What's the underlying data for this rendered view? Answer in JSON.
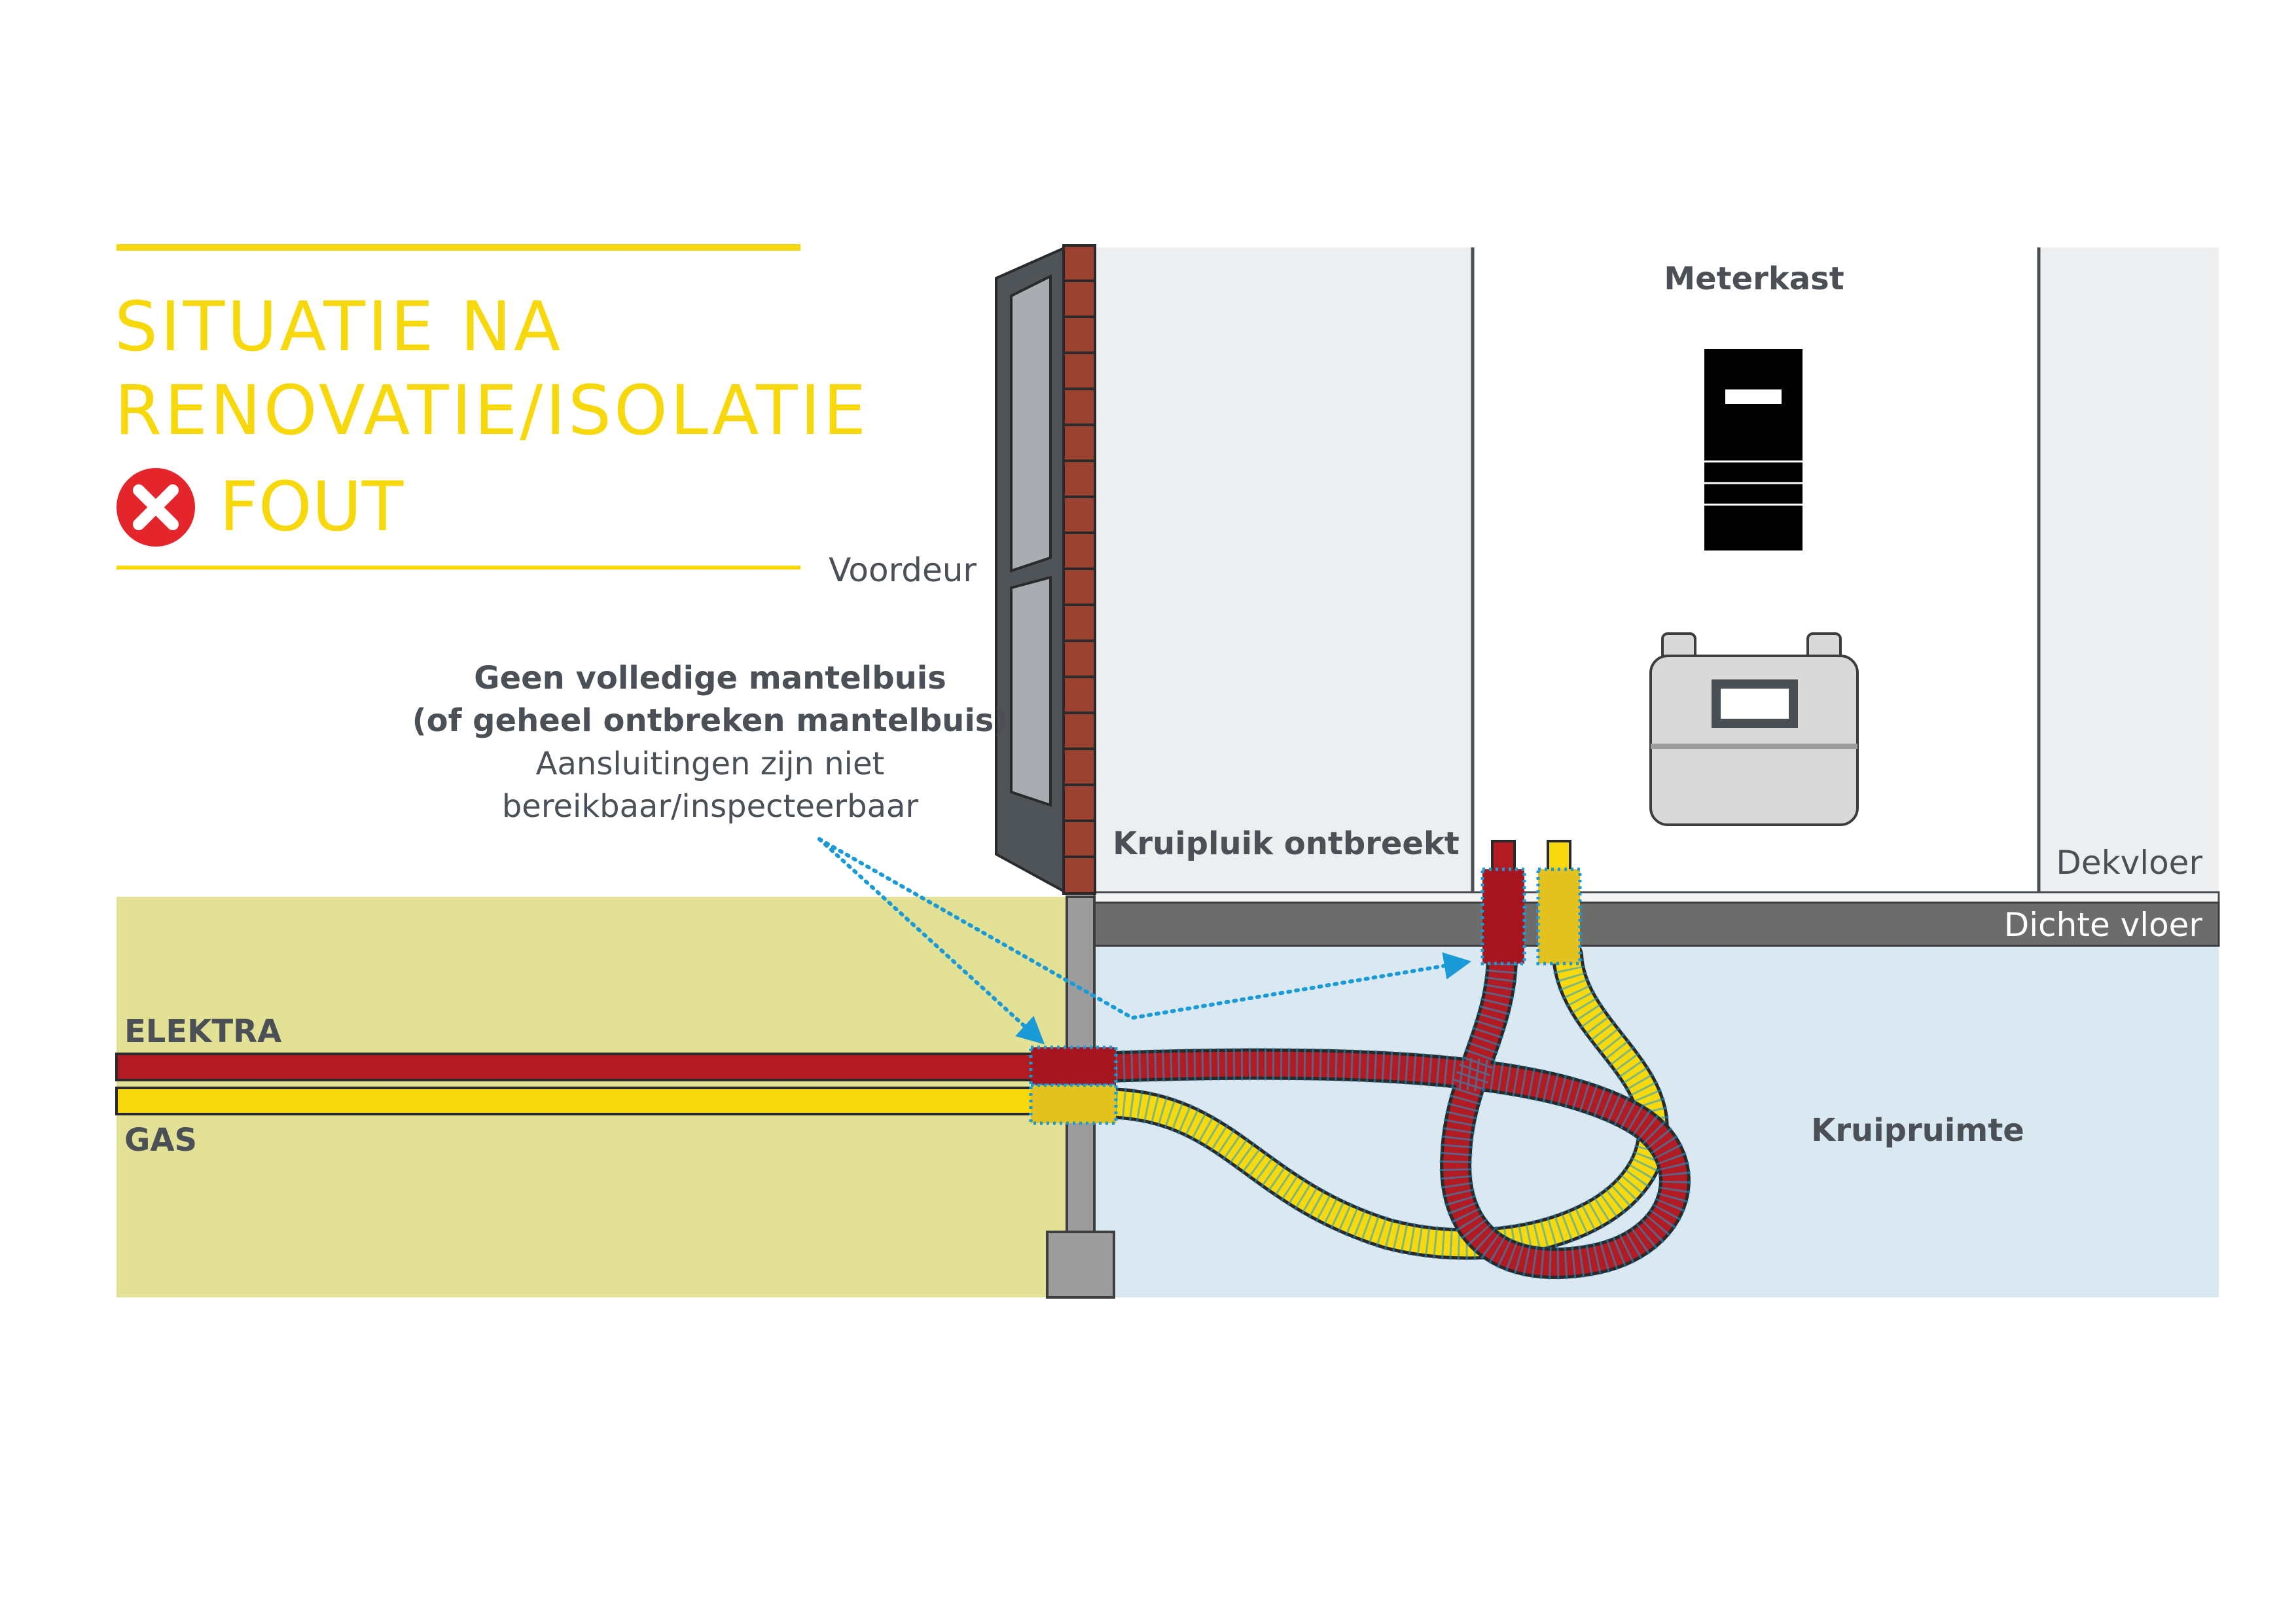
{
  "header": {
    "title_line1": "SITUATIE NA",
    "title_line2": "RENOVATIE/ISOLATIE",
    "status_icon": "red-x-circle-icon",
    "status_label": "FOUT"
  },
  "labels": {
    "voordeur": "Voordeur",
    "meterkast": "Meterkast",
    "kruipluik": "Kruipluik ontbreekt",
    "dekvloer": "Dekvloer",
    "dichte_vloer": "Dichte vloer",
    "kruipruimte": "Kruipruimte",
    "elektra": "ELEKTRA",
    "gas": "GAS"
  },
  "callout": {
    "line1": "Geen volledige mantelbuis",
    "line2": "(of geheel ontbreken mantelbuis)",
    "line3": "Aansluitingen zijn niet",
    "line4": "bereikbaar/inspecteerbaar"
  },
  "colors": {
    "accent_yellow": "#f6d80c",
    "error_red": "#e4262c",
    "elektra_red": "#b31b22",
    "gas_yellow": "#f7d90d",
    "soil_green": "#e2e196",
    "crawlspace_blue": "#dae8f2",
    "wall_grey": "#eceef0",
    "floor_dark": "#6c6c6c",
    "brick": "#9a4132",
    "callout_blue": "#1a9bd7"
  }
}
